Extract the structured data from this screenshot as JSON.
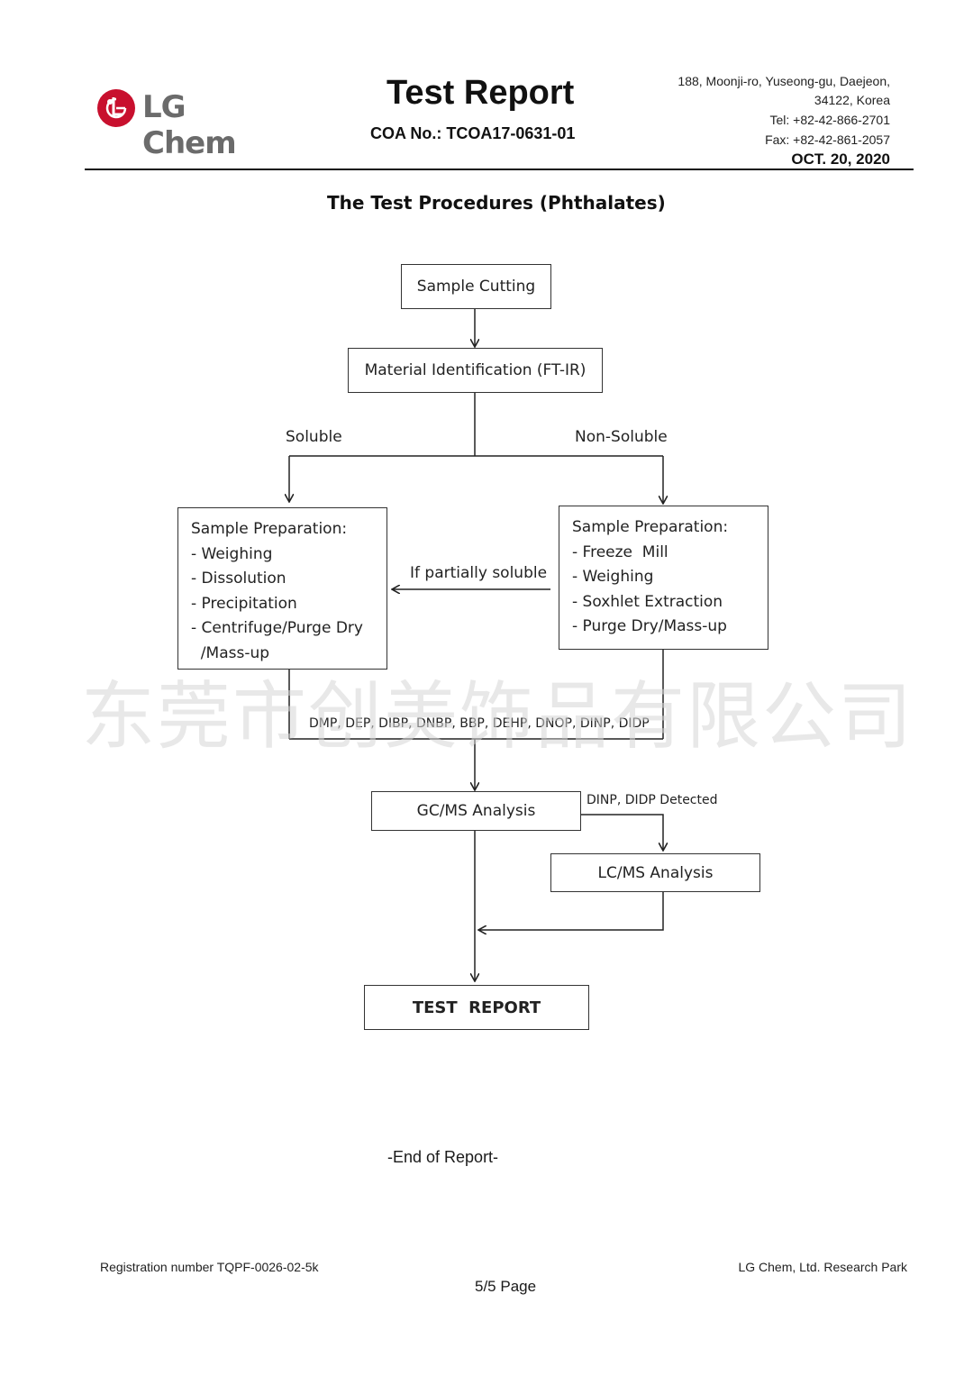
{
  "header": {
    "logo_text": "LG Chem",
    "title": "Test Report",
    "coa_label": "COA No.",
    "coa_number": ": TCOA17-0631-01",
    "address_line1": "188, Moonji-ro, Yuseong-gu, Daejeon,",
    "address_line2": "34122, Korea",
    "tel": "Tel: +82-42-866-2701",
    "fax": "Fax: +82-42-861-2057",
    "date": "OCT. 20, 2020"
  },
  "section_title": "The Test Procedures (Phthalates)",
  "flow": {
    "sample_cutting": "Sample Cutting",
    "material_id": "Material Identification (FT-IR)",
    "soluble": "Soluble",
    "non_soluble": "Non-Soluble",
    "left_box": {
      "title": "Sample Preparation:",
      "items": [
        "- Weighing",
        "- Dissolution",
        "- Precipitation",
        "- Centrifuge/Purge Dry",
        "  /Mass-up"
      ]
    },
    "right_box": {
      "title": "Sample Preparation:",
      "items": [
        "- Freeze  Mill",
        "- Weighing",
        "- Soxhlet Extraction",
        "- Purge Dry/Mass-up"
      ]
    },
    "partially_soluble": "If partially soluble",
    "compounds": "DMP, DEP, DIBP, DNBP, BBP, DEHP, DNOP, DINP, DIDP",
    "gcms": "GC/MS Analysis",
    "dinp_detected": "DINP, DIDP Detected",
    "lcms": "LC/MS Analysis",
    "test_report": "TEST  REPORT"
  },
  "watermark": "东莞市创美饰品有限公司",
  "end_text": "-End of Report-",
  "footer": {
    "registration": "Registration number TQPF-0026-02-5k",
    "company": "LG Chem, Ltd. Research Park",
    "page": "5/5 Page"
  },
  "colors": {
    "logo_red": "#c8102e",
    "logo_gray": "#6b6b6b"
  }
}
